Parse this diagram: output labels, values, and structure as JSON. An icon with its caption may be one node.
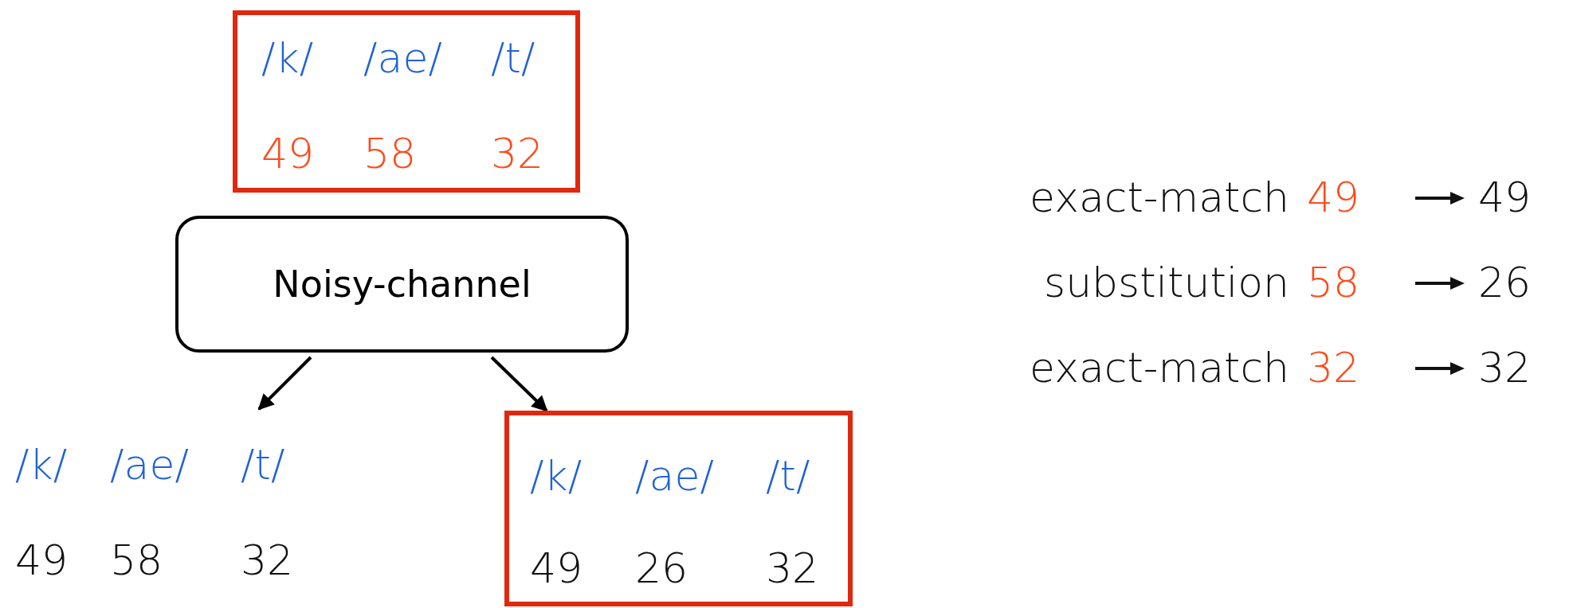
{
  "diagram": {
    "nodes": [
      {
        "text": [
          "/k/",
          "/ae/",
          "/t/",
          "49",
          "58",
          "32"
        ]
      },
      {
        "text": [
          "Noisy-channel"
        ]
      },
      {
        "text": [
          "/k/",
          "/ae/",
          "/t/",
          "49",
          "58",
          "32"
        ]
      },
      {
        "text": [
          "/k/",
          "/ae/",
          "/t/",
          "49",
          "26",
          "32"
        ]
      }
    ],
    "edges": [
      {
        "from": 1,
        "to": 2,
        "arrow": "to"
      },
      {
        "from": 1,
        "to": 3,
        "arrow": "to"
      }
    ],
    "labels": [
      "exact-match",
      "49",
      "49",
      "substitution",
      "58",
      "26",
      "exact-match",
      "32",
      "32"
    ]
  }
}
